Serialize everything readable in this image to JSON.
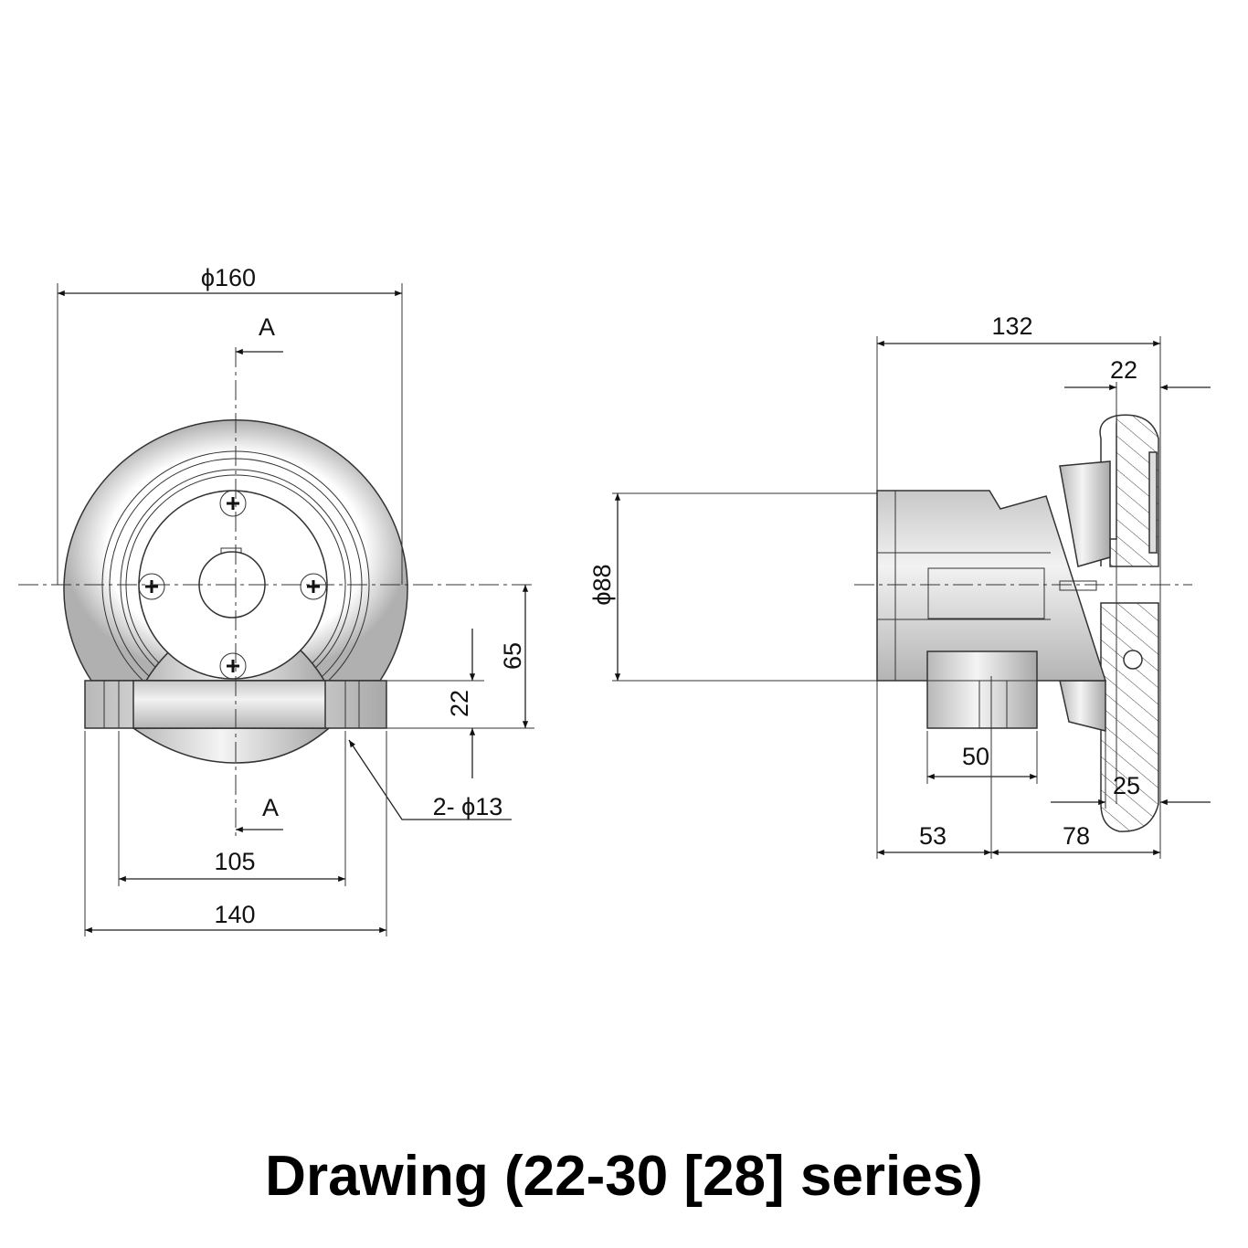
{
  "caption": "Drawing (22-30 [28] series)",
  "front_view": {
    "section_label_top": "A",
    "section_label_bottom": "A",
    "dim_diameter_outer": "ϕ160",
    "dim_height_65": "65",
    "dim_base_22": "22",
    "dim_holes": "2- ϕ13",
    "dim_hole_spacing": "105",
    "dim_base_width": "140"
  },
  "side_view": {
    "dim_diameter_88": "ϕ88",
    "dim_length_132": "132",
    "dim_wheel_22": "22",
    "dim_boss_50": "50",
    "dim_25": "25",
    "dim_53": "53",
    "dim_78": "78"
  }
}
